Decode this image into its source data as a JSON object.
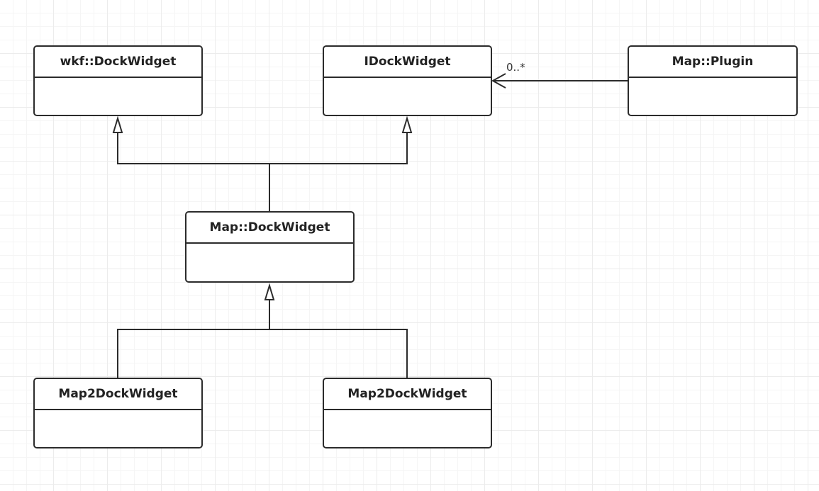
{
  "diagram": {
    "classes": {
      "wkf_dockwidget": "wkf::DockWidget",
      "idockwidget": "IDockWidget",
      "map_plugin": "Map::Plugin",
      "map_dockwidget": "Map::DockWidget",
      "map2dockwidget_left": "Map2DockWidget",
      "map2dockwidget_right": "Map2DockWidget"
    },
    "association": {
      "multiplicity": "0..*"
    }
  },
  "colors": {
    "line": "#2b2b2b",
    "box_fill": "#ffffff",
    "grid": "#ececec"
  }
}
